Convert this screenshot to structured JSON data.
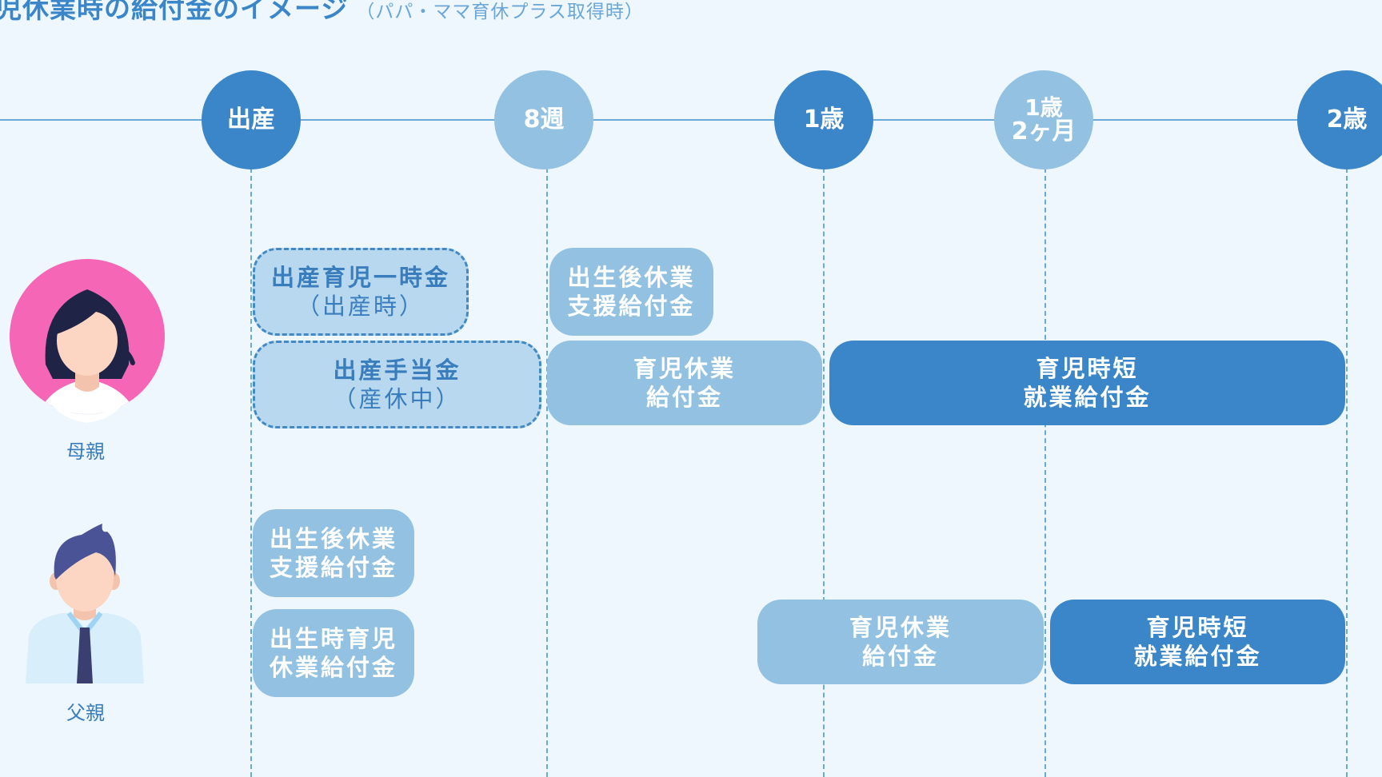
{
  "title": {
    "main": "児休業時の給付金のイメージ",
    "sub": "（パパ・ママ育休プラス取得時）"
  },
  "milestones": [
    {
      "l1": "出産",
      "l2": ""
    },
    {
      "l1": "8週",
      "l2": ""
    },
    {
      "l1": "1歳",
      "l2": ""
    },
    {
      "l1": "1歳",
      "l2": "2ヶ月"
    },
    {
      "l1": "2歳",
      "l2": ""
    }
  ],
  "mother": {
    "label": "母親",
    "boxes": [
      {
        "l1": "出産育児一時金",
        "l2": "（出産時）"
      },
      {
        "l1": "出生後休業",
        "l2": "支援給付金"
      },
      {
        "l1": "出産手当金",
        "l2": "（産休中）"
      },
      {
        "l1": "育児休業",
        "l2": "給付金"
      },
      {
        "l1": "育児時短",
        "l2": "就業給付金"
      }
    ]
  },
  "father": {
    "label": "父親",
    "boxes": [
      {
        "l1": "出生後休業",
        "l2": "支援給付金"
      },
      {
        "l1": "出生時育児",
        "l2": "休業給付金"
      },
      {
        "l1": "育児休業",
        "l2": "給付金"
      },
      {
        "l1": "育児時短",
        "l2": "就業給付金"
      }
    ]
  },
  "colors": {
    "background": "#eef7fd",
    "primary": "#3a86c8",
    "light": "#93c1e2",
    "dashed_fill": "#b7d8ef",
    "mother_circle": "#f566b6"
  },
  "icons": {
    "mother": "woman-avatar-icon",
    "father": "man-avatar-icon"
  }
}
